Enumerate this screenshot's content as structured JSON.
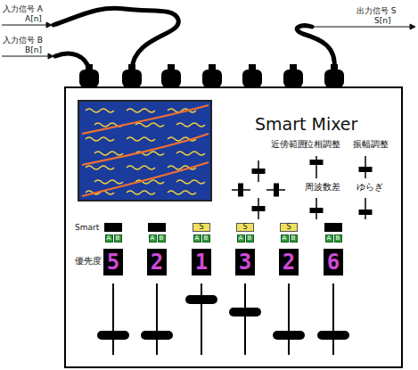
{
  "diagram": {
    "nodes": [
      {
        "text": [
          "S"
        ]
      },
      {
        "text": [
          "S"
        ]
      },
      {
        "text": [
          "S"
        ]
      },
      {
        "text": [
          "A"
        ]
      },
      {
        "text": [
          "B"
        ]
      },
      {
        "text": [
          "A"
        ]
      },
      {
        "text": [
          "B"
        ]
      },
      {
        "text": [
          "A"
        ]
      },
      {
        "text": [
          "B"
        ]
      },
      {
        "text": [
          "A"
        ]
      },
      {
        "text": [
          "B"
        ]
      },
      {
        "text": [
          "A"
        ]
      },
      {
        "text": [
          "B"
        ]
      },
      {
        "text": [
          "A"
        ]
      },
      {
        "text": [
          "B"
        ]
      },
      {
        "text": [
          "5"
        ]
      },
      {
        "text": [
          "2"
        ]
      },
      {
        "text": [
          "1"
        ]
      },
      {
        "text": [
          "3"
        ]
      },
      {
        "text": [
          "2"
        ]
      },
      {
        "text": [
          "6"
        ]
      }
    ],
    "labels": [
      "入力信号 A",
      "A[n]",
      "入力信号 B",
      "B[n]",
      "出力信号 S",
      "S[n]",
      "Smart Mixer",
      "近傍範囲",
      "位相調整",
      "振幅調整",
      "周波数差",
      "ゆらぎ",
      "Smart",
      "優先度"
    ]
  }
}
